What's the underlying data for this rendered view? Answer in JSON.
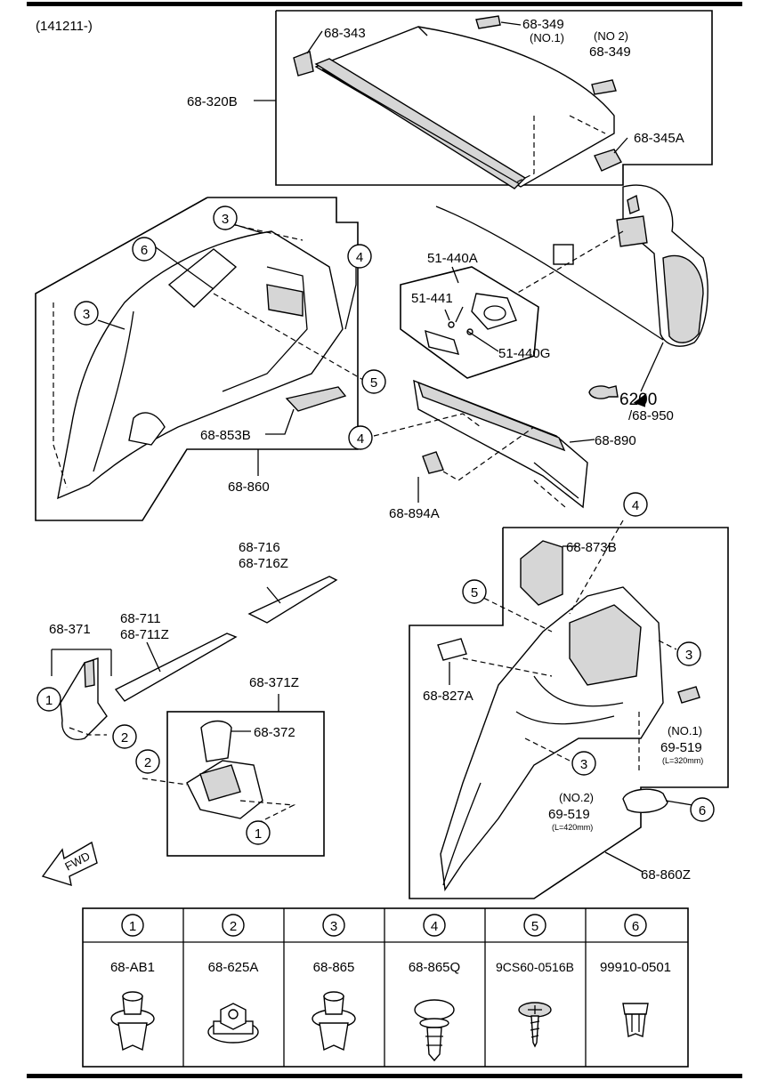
{
  "header": {
    "code": "(141211-)"
  },
  "callouts": {
    "p68_343": "68-343",
    "p68_349": "68-349",
    "no1": "(NO.1)",
    "no2_a": "(NO 2)",
    "p68_349b": "68-349",
    "p68_320B": "68-320B",
    "p68_345A": "68-345A",
    "p51_440A": "51-440A",
    "p51_441": "51-441",
    "p51_440G": "51-440G",
    "p6200": "6200",
    "p68_950": "/68-950",
    "p68_853B": "68-853B",
    "p68_860": "68-860",
    "p68_890": "68-890",
    "p68_894A": "68-894A",
    "p68_716": "68-716",
    "p68_716Z": "68-716Z",
    "p68_711": "68-711",
    "p68_711Z": "68-711Z",
    "p68_371": "68-371",
    "p68_371Z": "68-371Z",
    "p68_372": "68-372",
    "p68_873B": "68-873B",
    "p68_827A": "68-827A",
    "no1_b": "(NO.1)",
    "p69_519a": "69-519",
    "len320": "(L=320mm)",
    "no2_b": "(NO.2)",
    "p69_519b": "69-519",
    "len420": "(L=420mm)",
    "p68_860Z": "68-860Z",
    "fwd": "FWD"
  },
  "markers": {
    "m1": "1",
    "m2": "2",
    "m3": "3",
    "m4": "4",
    "m5": "5",
    "m6": "6"
  },
  "fastener_table": {
    "headers": [
      "1",
      "2",
      "3",
      "4",
      "5",
      "6"
    ],
    "parts": [
      "68-AB1",
      "68-625A",
      "68-865",
      "68-865Q",
      "9CS60-0516B",
      "99910-0501"
    ]
  }
}
